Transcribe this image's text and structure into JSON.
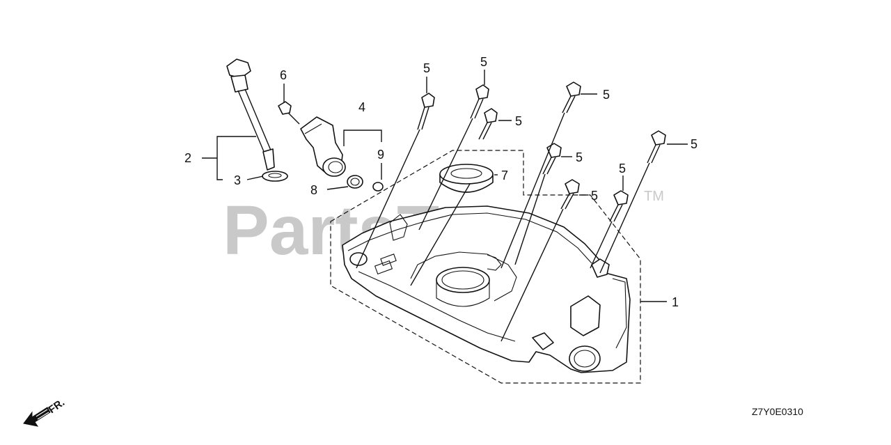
{
  "watermark": {
    "text": "PartsTree",
    "trademark": "TM"
  },
  "callouts": {
    "part_1": "1",
    "part_2": "2",
    "part_3": "3",
    "part_4": "4",
    "part_5": "5",
    "part_6": "6",
    "part_7": "7",
    "part_8": "8",
    "part_9": "9"
  },
  "direction_label": "FR.",
  "diagram_code": "Z7Y0E0310"
}
